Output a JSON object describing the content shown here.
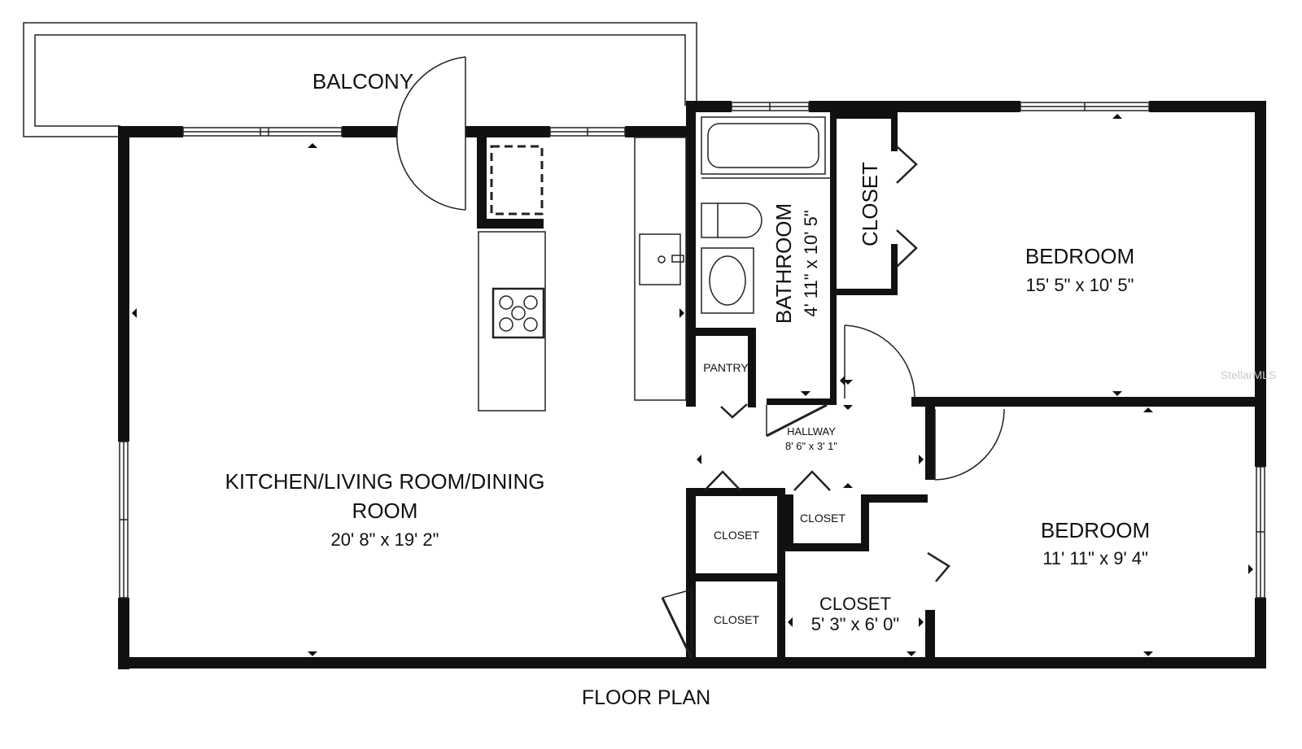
{
  "title": "FLOOR PLAN",
  "watermark": "StellarMLS",
  "rooms": {
    "balcony": {
      "name": "BALCONY"
    },
    "kitchen_living": {
      "name_line1": "KITCHEN/LIVING ROOM/DINING",
      "name_line2": "ROOM",
      "dims": "20' 8\" x 19' 2\""
    },
    "bathroom": {
      "name": "BATHROOM",
      "dims": "4' 11\" x 10' 5\""
    },
    "closet_vertical": {
      "name": "CLOSET"
    },
    "bedroom_1": {
      "name": "BEDROOM",
      "dims": "15' 5\" x 10' 5\""
    },
    "pantry": {
      "name": "PANTRY"
    },
    "hallway": {
      "name": "HALLWAY",
      "dims": "8' 6\" x 3' 1\""
    },
    "bedroom_2": {
      "name": "BEDROOM",
      "dims": "11' 11\" x 9' 4\""
    },
    "closet_a": {
      "name": "CLOSET"
    },
    "closet_b": {
      "name": "CLOSET"
    },
    "closet_c": {
      "name": "CLOSET"
    },
    "closet_walkin": {
      "name": "CLOSET",
      "dims": "5' 3\" x 6' 0\""
    }
  }
}
